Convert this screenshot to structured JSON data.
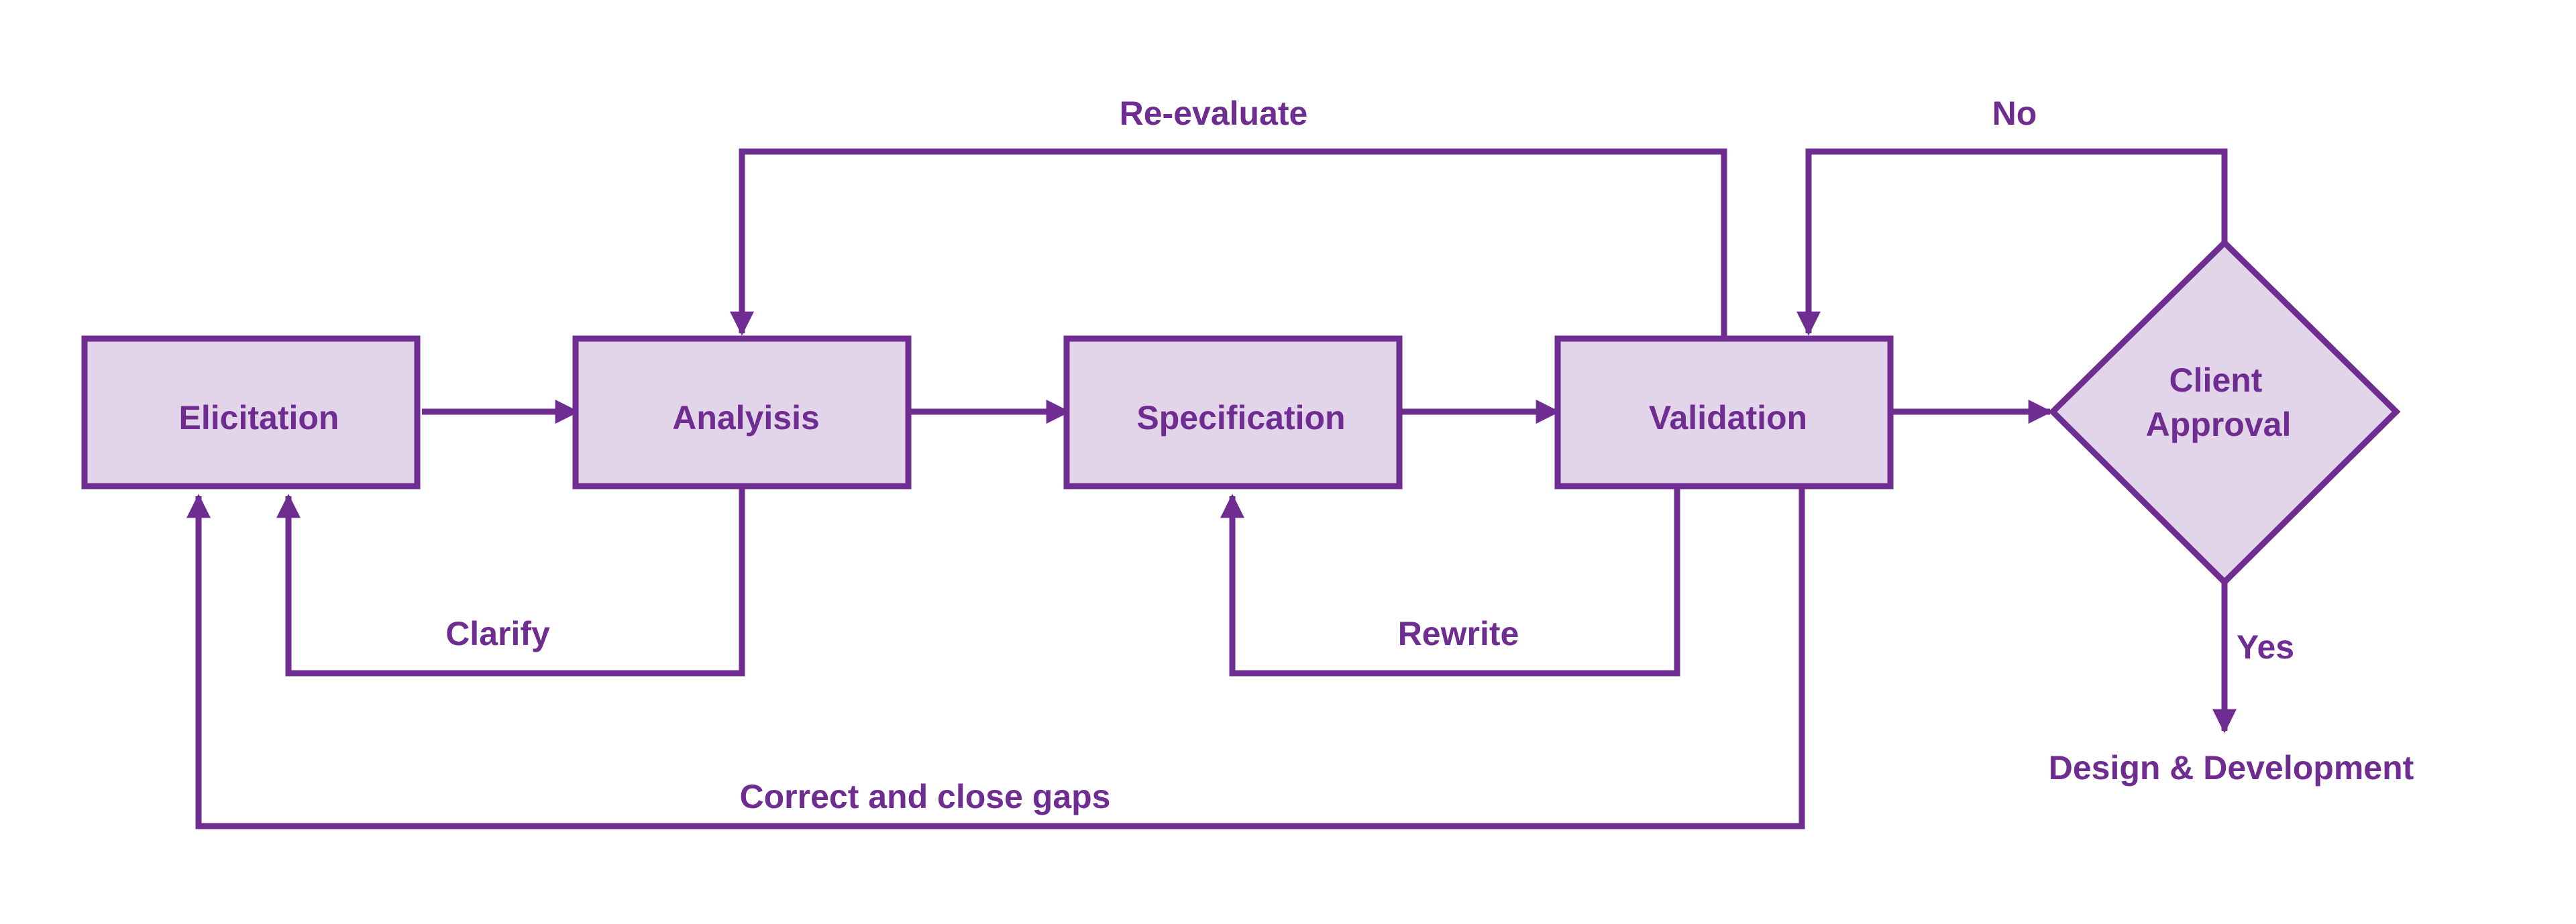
{
  "colors": {
    "stroke": "#6f2c91",
    "node_fill": "#e3d5e9",
    "text": "#6f2c91",
    "background": "#ffffff"
  },
  "nodes": {
    "elicitation": "Elicitation",
    "analysis": "Analyisis",
    "specification": "Specification",
    "validation": "Validation",
    "client_approval_line1": "Client",
    "client_approval_line2": "Approval"
  },
  "edge_labels": {
    "re_evaluate": "Re-evaluate",
    "no": "No",
    "clarify": "Clarify",
    "rewrite": "Rewrite",
    "yes": "Yes",
    "correct_gaps": "Correct and close gaps"
  },
  "terminal": {
    "design_development": "Design & Development"
  }
}
